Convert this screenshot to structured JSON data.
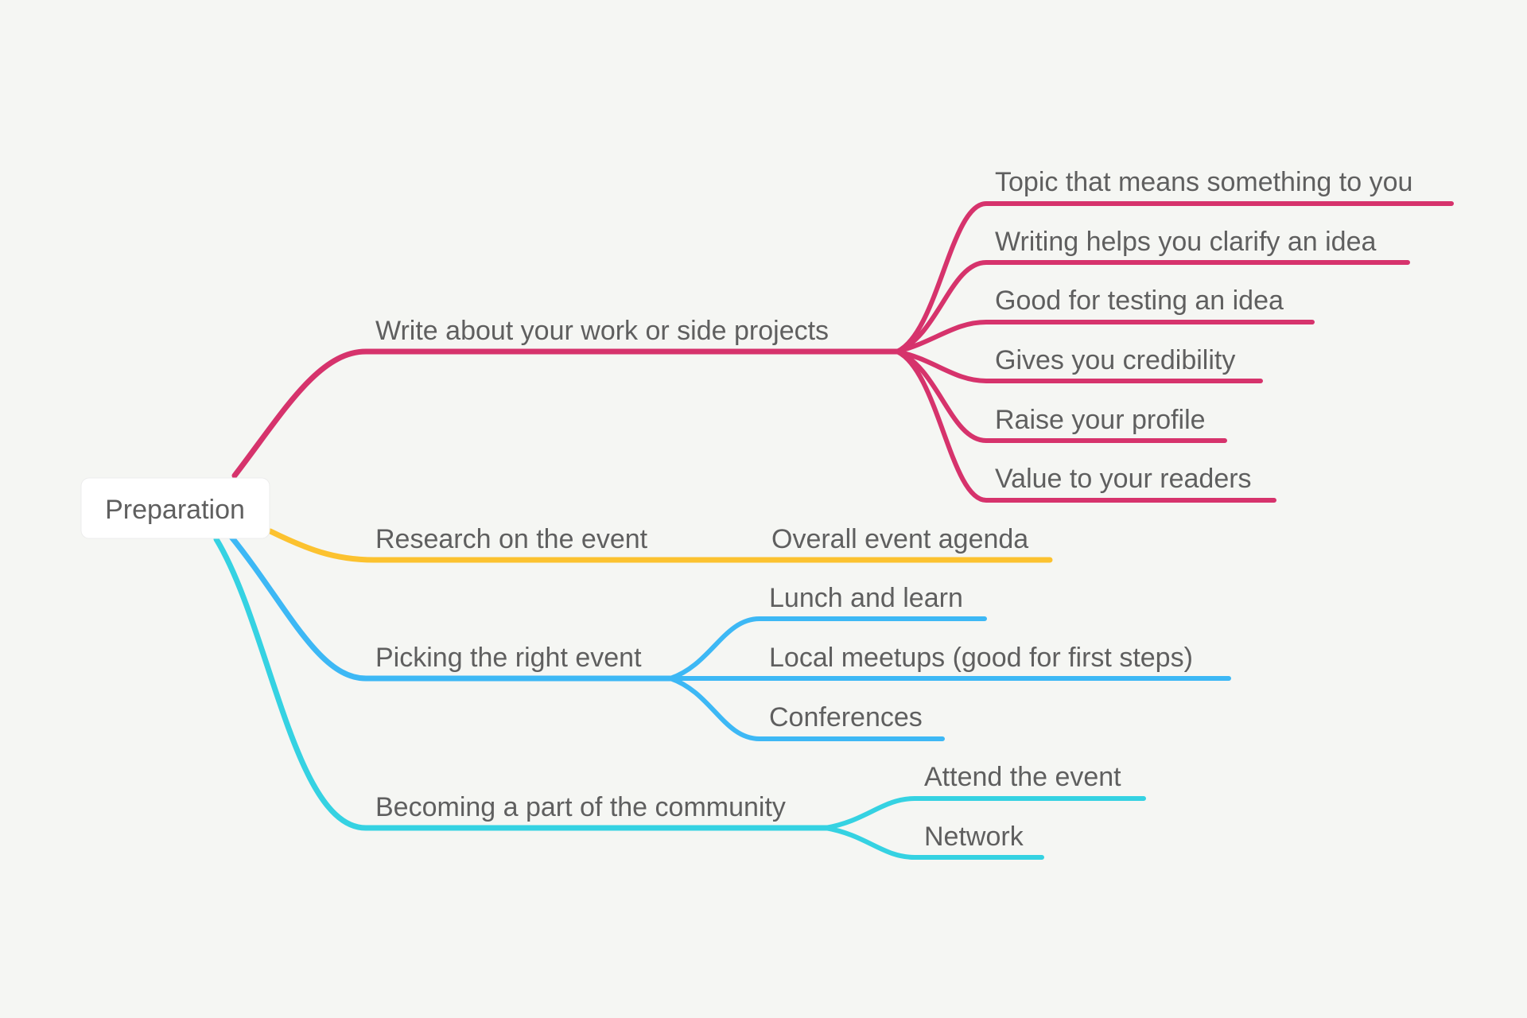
{
  "colors": {
    "background": "#f5f6f3",
    "text": "#5f5f5f",
    "root_box": "#ffffff",
    "branch_write": "#d6336c",
    "branch_research": "#fcc22f",
    "branch_picking": "#3db8f5",
    "branch_community": "#35d2e2"
  },
  "root": {
    "label": "Preparation"
  },
  "branches": [
    {
      "label": "Write about your work or side projects",
      "color": "#d6336c",
      "children": [
        "Topic that means something to you",
        "Writing helps you clarify an idea",
        "Good for testing an idea",
        "Gives you credibility",
        "Raise your profile",
        "Value to your readers"
      ]
    },
    {
      "label": "Research on the event",
      "color": "#fcc22f",
      "children": [
        "Overall event agenda"
      ]
    },
    {
      "label": "Picking the right event",
      "color": "#3db8f5",
      "children": [
        "Lunch and learn",
        "Local meetups (good for first steps)",
        "Conferences"
      ]
    },
    {
      "label": "Becoming a part of the community",
      "color": "#35d2e2",
      "children": [
        "Attend the event",
        "Network"
      ]
    }
  ]
}
